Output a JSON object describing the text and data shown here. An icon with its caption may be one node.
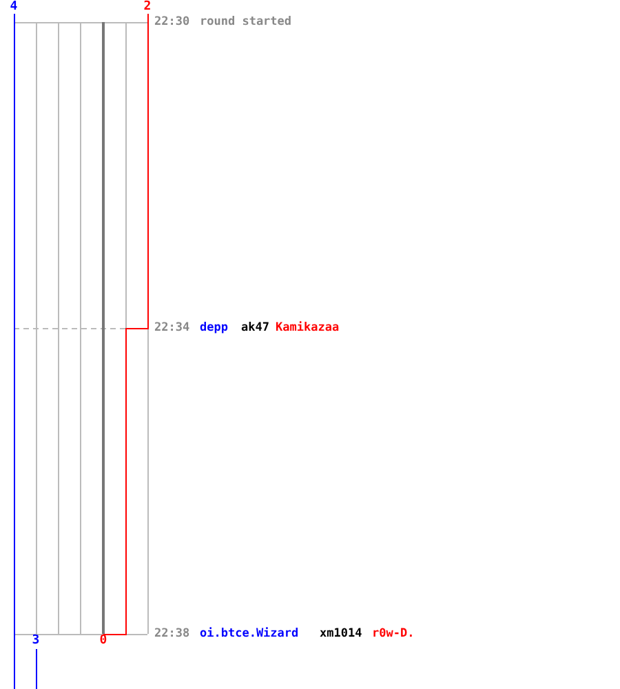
{
  "diagram": {
    "labels": [
      "4",
      "2",
      "22:30",
      "round started",
      "22:34",
      "depp",
      "ak47",
      "Kamikazaa",
      "22:38",
      "oi.btce.Wizard",
      "xm1014",
      "r0w-D.",
      "3",
      "0"
    ]
  }
}
